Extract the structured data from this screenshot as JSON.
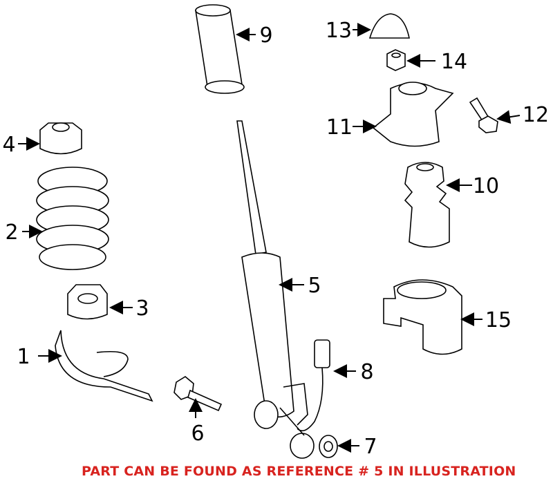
{
  "callouts": [
    {
      "id": "1",
      "label": "1"
    },
    {
      "id": "2",
      "label": "2"
    },
    {
      "id": "3",
      "label": "3"
    },
    {
      "id": "4",
      "label": "4"
    },
    {
      "id": "5",
      "label": "5"
    },
    {
      "id": "6",
      "label": "6"
    },
    {
      "id": "7",
      "label": "7"
    },
    {
      "id": "8",
      "label": "8"
    },
    {
      "id": "9",
      "label": "9"
    },
    {
      "id": "10",
      "label": "10"
    },
    {
      "id": "11",
      "label": "11"
    },
    {
      "id": "12",
      "label": "12"
    },
    {
      "id": "13",
      "label": "13"
    },
    {
      "id": "14",
      "label": "14"
    },
    {
      "id": "15",
      "label": "15"
    }
  ],
  "note": {
    "text": "PART CAN BE FOUND AS REFERENCE # 5 IN ILLUSTRATION",
    "color": "#d8231f"
  }
}
